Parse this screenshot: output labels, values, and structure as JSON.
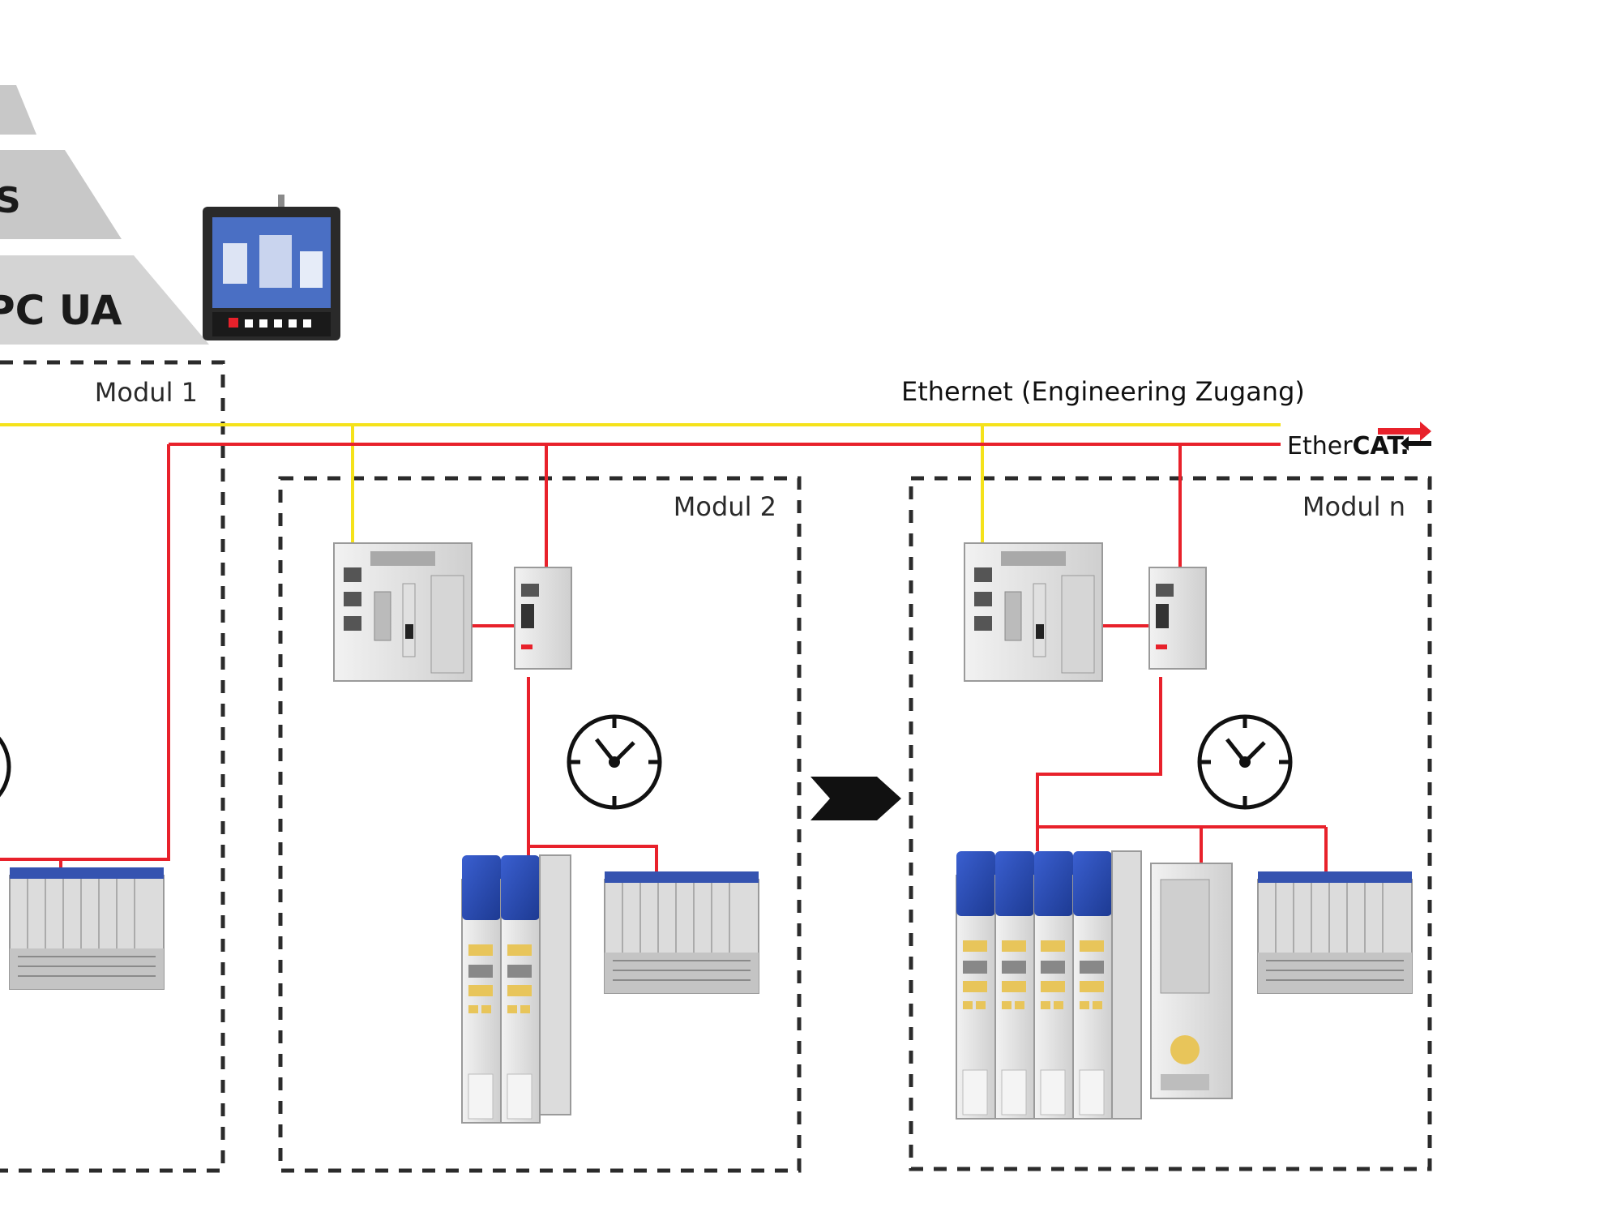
{
  "pyramid": {
    "level_2_text": "S",
    "level_3_text": "PC UA"
  },
  "modules": {
    "module_1": "Modul 1",
    "module_2": "Modul 2",
    "module_n": "Modul n"
  },
  "networks": {
    "ethernet_label": "Ethernet (Engineering Zugang)",
    "ethercat_prefix": "Ether",
    "ethercat_suffix": "CAT."
  },
  "colors": {
    "ethernet_line": "#f5e21b",
    "ethercat_line": "#e8212b",
    "pyramid_gray": "#c8c8c8",
    "drive_blue": "#2646a8"
  }
}
